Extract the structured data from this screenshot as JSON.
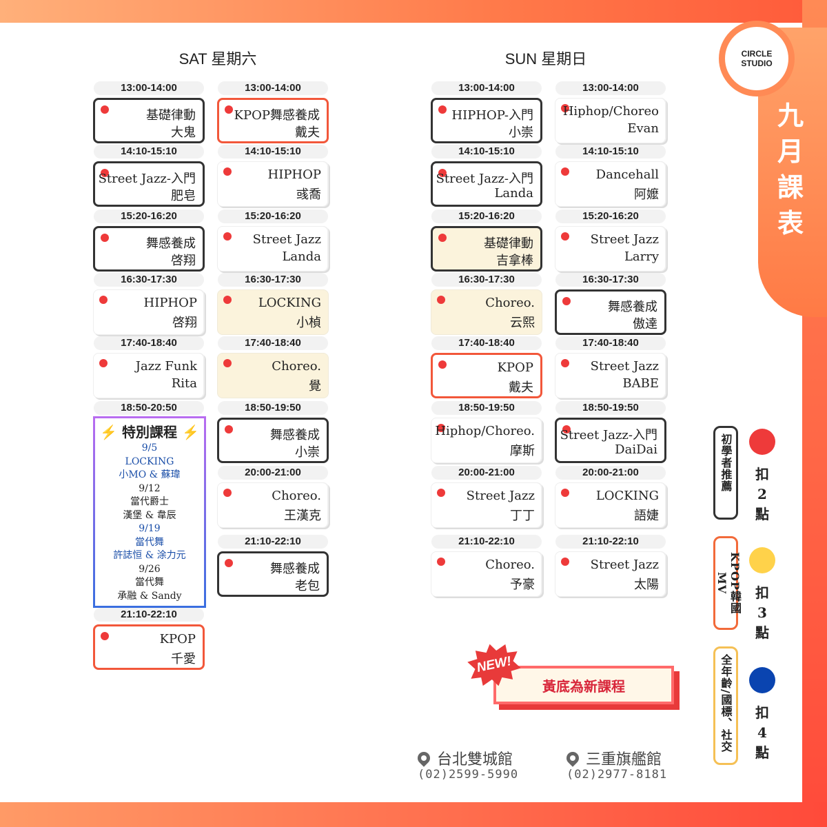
{
  "brand": {
    "line1": "CIRCLE",
    "line2": "STUDIO"
  },
  "month_title": [
    "九",
    "月",
    "課",
    "表"
  ],
  "sat": {
    "title": "SAT 星期六",
    "col1": [
      {
        "time": "13:00-14:00",
        "title": "基礎律動",
        "teacher": "大鬼",
        "style": "beginner"
      },
      {
        "time": "14:10-15:10",
        "title": "Street Jazz-入門",
        "teacher": "肥皂",
        "style": "beginner"
      },
      {
        "time": "15:20-16:20",
        "title": "舞感養成",
        "teacher": "啓翔",
        "style": "beginner"
      },
      {
        "time": "16:30-17:30",
        "title": "HIPHOP",
        "teacher": "啓翔",
        "style": "plain"
      },
      {
        "time": "17:40-18:40",
        "title": "Jazz Funk",
        "teacher": "Rita",
        "style": "plain"
      },
      {
        "time": "18:50-20:50",
        "title": "",
        "teacher": "",
        "style": "special"
      },
      {
        "time": "21:10-22:10",
        "title": "KPOP",
        "teacher": "千愛",
        "style": "kpop"
      }
    ],
    "col2": [
      {
        "time": "13:00-14:00",
        "title": "KPOP舞感養成",
        "teacher": "戴夫",
        "style": "kpop"
      },
      {
        "time": "14:10-15:10",
        "title": "HIPHOP",
        "teacher": "彧喬",
        "style": "plain"
      },
      {
        "time": "15:20-16:20",
        "title": "Street Jazz",
        "teacher": "Landa",
        "style": "plain"
      },
      {
        "time": "16:30-17:30",
        "title": "LOCKING",
        "teacher": "小楨",
        "style": "newbg"
      },
      {
        "time": "17:40-18:40",
        "title": "Choreo.",
        "teacher": "覺",
        "style": "newbg"
      },
      {
        "time": "18:50-19:50",
        "title": "舞感養成",
        "teacher": "小崇",
        "style": "beginner"
      },
      {
        "time": "20:00-21:00",
        "title": "Choreo.",
        "teacher": "王漢克",
        "style": "plain"
      },
      {
        "time": "21:10-22:10",
        "title": "舞感養成",
        "teacher": "老包",
        "style": "beginner"
      }
    ]
  },
  "special": {
    "head": "⚡ 特別課程 ⚡",
    "lines": [
      {
        "text": "9/5",
        "blue": true
      },
      {
        "text": "LOCKING",
        "blue": true
      },
      {
        "text": "小MO & 蘇瑋",
        "blue": true
      },
      {
        "text": "9/12",
        "blue": false
      },
      {
        "text": "當代爵士",
        "blue": false
      },
      {
        "text": "漢堡 & 韋辰",
        "blue": false
      },
      {
        "text": "9/19",
        "blue": true
      },
      {
        "text": "當代舞",
        "blue": true
      },
      {
        "text": "許誌恒 & 涂力元",
        "blue": true
      },
      {
        "text": "9/26",
        "blue": false
      },
      {
        "text": "當代舞",
        "blue": false
      },
      {
        "text": "承融 & Sandy",
        "blue": false
      }
    ]
  },
  "sun": {
    "title": "SUN 星期日",
    "col1": [
      {
        "time": "13:00-14:00",
        "title": "HIPHOP-入門",
        "teacher": "小崇",
        "style": "beginner"
      },
      {
        "time": "14:10-15:10",
        "title": "Street Jazz-入門",
        "teacher": "Landa",
        "style": "beginner"
      },
      {
        "time": "15:20-16:20",
        "title": "基礎律動",
        "teacher": "吉拿棒",
        "style": "beginner-new"
      },
      {
        "time": "16:30-17:30",
        "title": "Choreo.",
        "teacher": "云熙",
        "style": "newbg"
      },
      {
        "time": "17:40-18:40",
        "title": "KPOP",
        "teacher": "戴夫",
        "style": "kpop"
      },
      {
        "time": "18:50-19:50",
        "title": "Hiphop/Choreo.",
        "teacher": "摩斯",
        "style": "plain"
      },
      {
        "time": "20:00-21:00",
        "title": "Street Jazz",
        "teacher": "丁丁",
        "style": "plain"
      },
      {
        "time": "21:10-22:10",
        "title": "Choreo.",
        "teacher": "予豪",
        "style": "plain"
      }
    ],
    "col2": [
      {
        "time": "13:00-14:00",
        "title": "Hiphop/Choreo",
        "teacher": "Evan",
        "style": "plain"
      },
      {
        "time": "14:10-15:10",
        "title": "Dancehall",
        "teacher": "阿嬤",
        "style": "plain"
      },
      {
        "time": "15:20-16:20",
        "title": "Street Jazz",
        "teacher": "Larry",
        "style": "plain"
      },
      {
        "time": "16:30-17:30",
        "title": "舞感養成",
        "teacher": "傲達",
        "style": "beginner"
      },
      {
        "time": "17:40-18:40",
        "title": "Street Jazz",
        "teacher": "BABE",
        "style": "plain"
      },
      {
        "time": "18:50-19:50",
        "title": "Street Jazz-入門",
        "teacher": "DaiDai",
        "style": "beginner"
      },
      {
        "time": "20:00-21:00",
        "title": "LOCKING",
        "teacher": "語婕",
        "style": "plain"
      },
      {
        "time": "21:10-22:10",
        "title": "Street Jazz",
        "teacher": "太陽",
        "style": "plain"
      }
    ]
  },
  "legend": {
    "box1": "初學者推薦",
    "box2": "KPOP韓國MV",
    "box3": "全年齡/國標、社交",
    "points": [
      {
        "text": [
          "扣",
          "2",
          "點"
        ],
        "color": "#ee3a3a"
      },
      {
        "text": [
          "扣",
          "3",
          "點"
        ],
        "color": "#ffd24a"
      },
      {
        "text": [
          "扣",
          "4",
          "點"
        ],
        "color": "#0a44b0"
      }
    ]
  },
  "new_badge": "NEW!",
  "new_label": "黃底為新課程",
  "locations": [
    {
      "name": "台北雙城館",
      "phone": "(02)2599-5990"
    },
    {
      "name": "三重旗艦館",
      "phone": "(02)2977-8181"
    }
  ],
  "colors": {
    "accent": "#ff7a45",
    "dot": "#ee3a3a",
    "beginner_border": "#333333",
    "kpop_border": "#f2573a",
    "new_bg": "#fbf3dc"
  }
}
